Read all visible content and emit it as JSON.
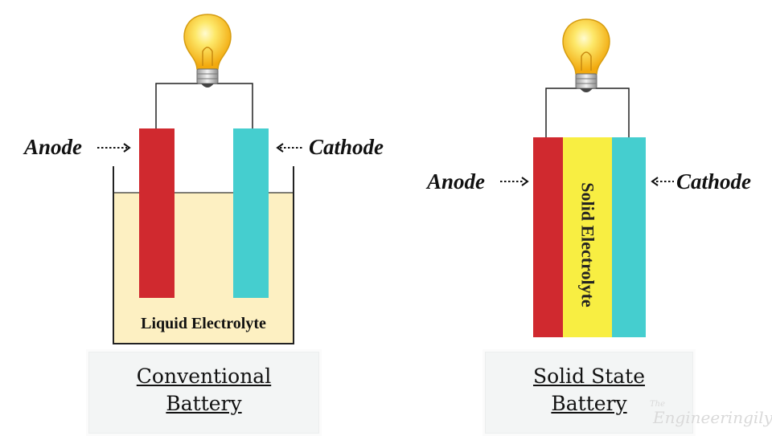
{
  "conventional": {
    "anode_label": "Anode",
    "cathode_label": "Cathode",
    "electrolyte_label": "Liquid Electrolyte",
    "caption_line1": "Conventional",
    "caption_line2": "Battery"
  },
  "solid_state": {
    "anode_label": "Anode",
    "cathode_label": "Cathode",
    "electrolyte_label": "Solid Electrolyte",
    "caption_line1": "Solid State",
    "caption_line2": "Battery"
  },
  "watermark": {
    "prefix": "The",
    "name": "Engineeringily"
  },
  "colors": {
    "anode": "#d0292f",
    "cathode": "#45cecf",
    "liquid_electrolyte": "#fdf0c2",
    "solid_electrolyte": "#f8ee42",
    "bulb": "#f9c81e"
  }
}
